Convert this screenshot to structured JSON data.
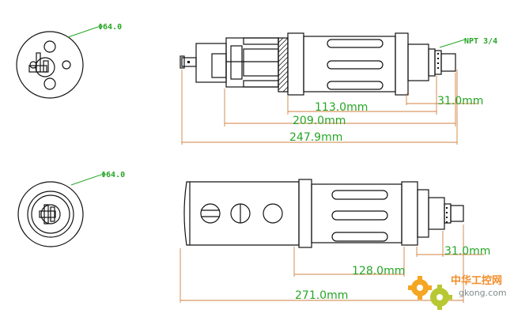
{
  "colors": {
    "line": "#111111",
    "dim": "#26a626",
    "watermark": "#f28c28"
  },
  "top_view": {
    "end_label": "Φ64.0",
    "thread_label": "NPT 3/4",
    "dims": {
      "d1": "113.0mm",
      "d2": "31.0mm",
      "d3": "209.0mm",
      "d4": "247.9mm"
    }
  },
  "bottom_view": {
    "end_label": "Φ64.0",
    "dims": {
      "d1": "31.0mm",
      "d2": "128.0mm",
      "d3": "271.0mm"
    }
  },
  "watermark": {
    "cn": "中华工控网",
    "url": "gkong.com"
  }
}
